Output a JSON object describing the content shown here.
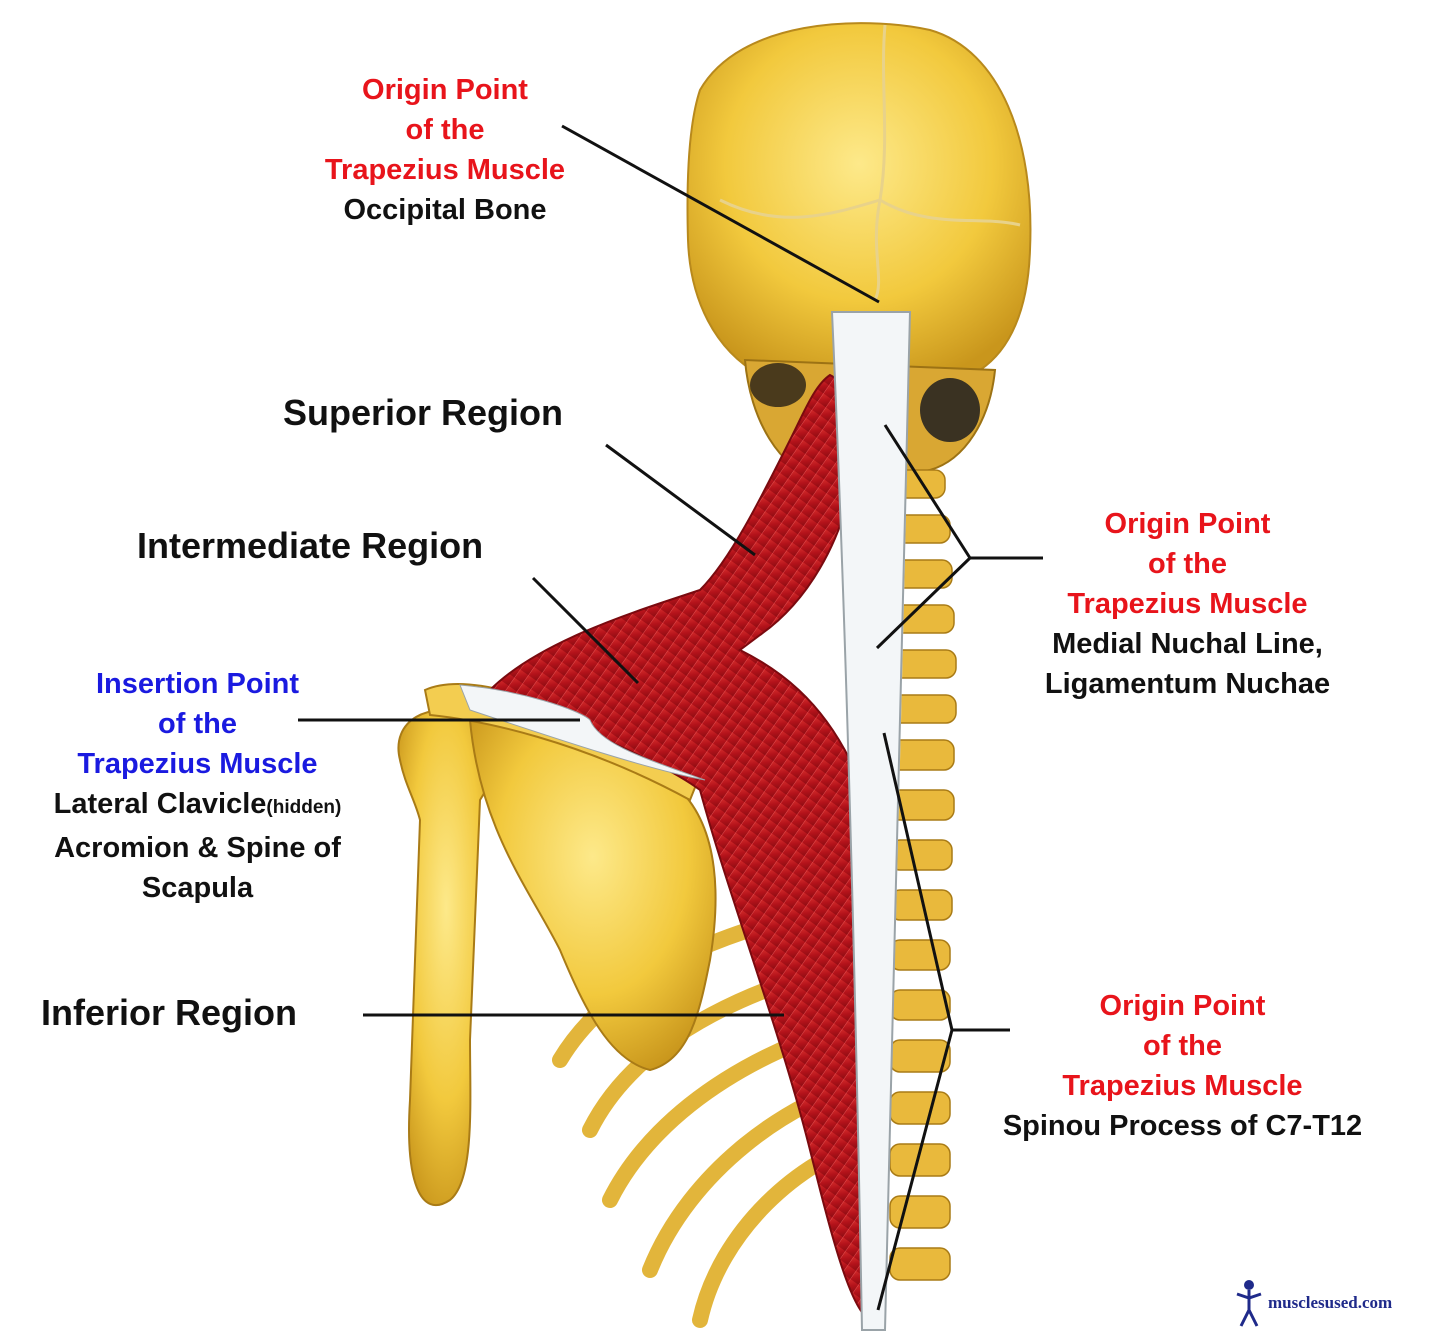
{
  "labels": {
    "occipital": {
      "line1": "Origin Point",
      "line2": "of the",
      "line3": "Trapezius Muscle",
      "line4": "Occipital Bone"
    },
    "nuchal": {
      "line1": "Origin Point",
      "line2": "of the",
      "line3": "Trapezius Muscle",
      "line4": "Medial Nuchal Line,",
      "line5": "Ligamentum Nuchae"
    },
    "insertion": {
      "line1": "Insertion Point",
      "line2": "of the",
      "line3": "Trapezius Muscle",
      "line4": "Lateral Clavicle",
      "line4_note": "(hidden)",
      "line5": "Acromion & Spine of",
      "line6": "Scapula"
    },
    "spinous": {
      "line1": "Origin Point",
      "line2": "of the",
      "line3": "Trapezius Muscle",
      "line4": "Spinou Process of C7-T12"
    }
  },
  "regions": {
    "superior": "Superior Region",
    "intermediate": "Intermediate Region",
    "inferior": "Inferior Region"
  },
  "logo": {
    "text": "musclesused.com",
    "icon": "human-figure-icon"
  },
  "colors": {
    "origin": "#e8141b",
    "insertion": "#1a1ae0",
    "bone": "#f0c43a",
    "muscle": "#c4161c",
    "text": "#111111"
  }
}
